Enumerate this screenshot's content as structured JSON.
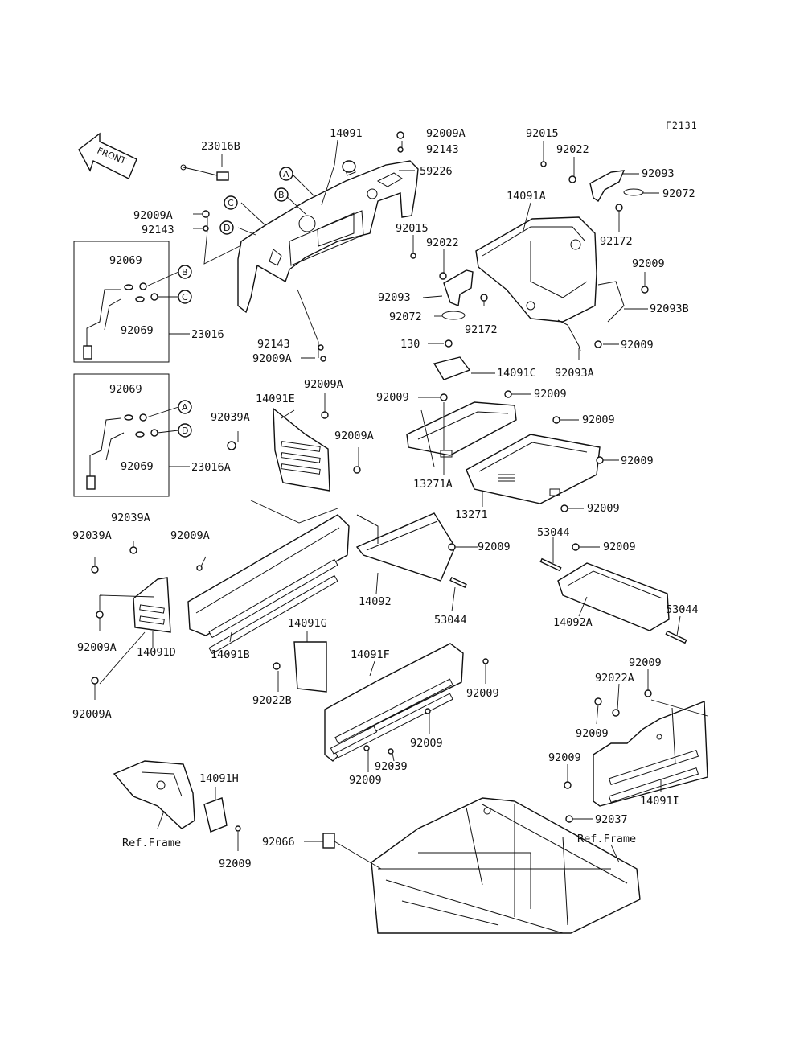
{
  "drawing_code": "F2131",
  "front_label": "FRONT",
  "callouts": [
    "A",
    "B",
    "C",
    "D",
    "B",
    "C",
    "A",
    "D"
  ],
  "labels": [
    "23016B",
    "14091",
    "92009A",
    "92143",
    "59226",
    "92015",
    "92022",
    "92093",
    "92072",
    "92172",
    "14091A",
    "92009A",
    "92143",
    "92015",
    "92022",
    "92009",
    "92093",
    "92072",
    "92172",
    "92093B",
    "92143",
    "92009A",
    "130",
    "14091C",
    "92009",
    "92093A",
    "92069",
    "92069",
    "23016",
    "92069",
    "92069",
    "23016A",
    "14091E",
    "92009A",
    "92039A",
    "92009A",
    "92009",
    "92009",
    "92009",
    "92009",
    "13271A",
    "13271",
    "92009",
    "92039A",
    "92039A",
    "92009A",
    "14091B",
    "92009A",
    "14091D",
    "14092",
    "92009",
    "53044",
    "53044",
    "92009",
    "14092A",
    "53044",
    "92009A",
    "14091G",
    "14091F",
    "92022B",
    "92009",
    "92009",
    "92039",
    "92009",
    "92009",
    "92022A",
    "92009",
    "92009",
    "14091I",
    "14091H",
    "Ref.Frame",
    "92009",
    "92066",
    "92037",
    "Ref.Frame"
  ]
}
